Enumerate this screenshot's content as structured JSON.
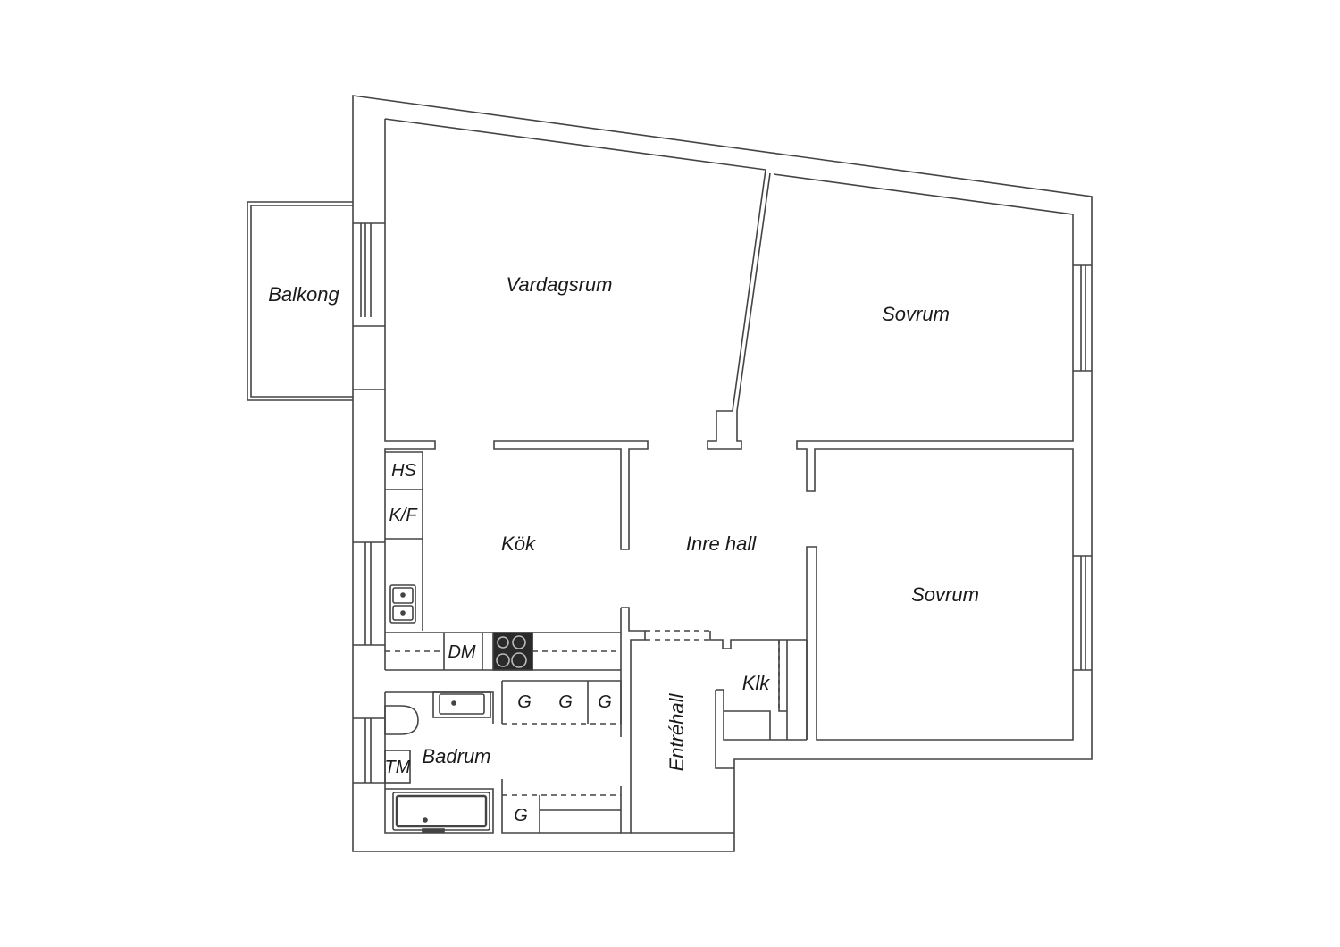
{
  "floor_plan": {
    "rooms": {
      "balkong": "Balkong",
      "vardagsrum": "Vardagsrum",
      "sovrum_1": "Sovrum",
      "sovrum_2": "Sovrum",
      "kok": "Kök",
      "inre_hall": "Inre hall",
      "entrehall": "Entréhall",
      "badrum": "Badrum",
      "klk": "Klk"
    },
    "fixtures": {
      "hs": "HS",
      "kf": "K/F",
      "dm": "DM",
      "tm": "TM",
      "g1": "G",
      "g2": "G",
      "g3": "G",
      "g4": "G"
    },
    "colors": {
      "wall_line": "#444444",
      "background": "#ffffff",
      "stove_fill": "#2a2a2a"
    }
  }
}
